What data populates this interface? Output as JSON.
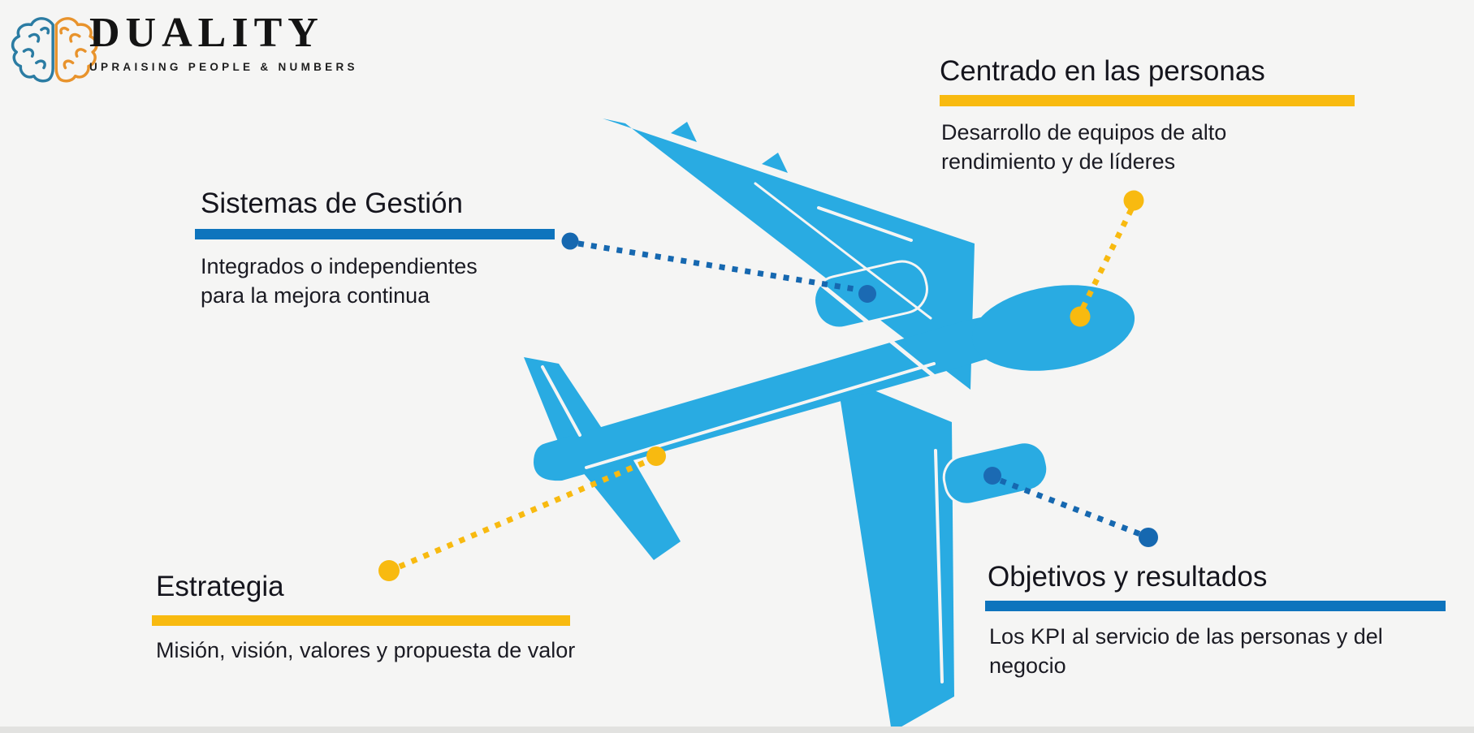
{
  "canvas": {
    "background": "#f5f5f4",
    "footer_bar_color": "#e2e2e0"
  },
  "logo": {
    "brand": "DUALITY",
    "tagline": "UPRAISING PEOPLE & NUMBERS",
    "brain_left_color": "#2b7ca3",
    "brain_right_color": "#e8932c",
    "text_color": "#141414"
  },
  "palette": {
    "accent_blue": "#0e74bd",
    "accent_yellow": "#f8ba10",
    "dotted_blue": "#1668b0",
    "dotted_yellow": "#f8ba10",
    "plane_blue": "#29abe2",
    "engine_dot_blue": "#1b6ab3",
    "title_text": "#15151d",
    "body_text": "#1b1b23"
  },
  "callouts": [
    {
      "id": "sistemas",
      "title": "Sistemas de Gestión",
      "body": "Integrados o independientes para la mejora continua",
      "accent": "blue"
    },
    {
      "id": "centrado",
      "title": "Centrado en las personas",
      "body": "Desarrollo de equipos de alto rendimiento y de líderes",
      "accent": "yellow"
    },
    {
      "id": "estrategia",
      "title": "Estrategia",
      "body": "Misión, visión, valores y propuesta de valor",
      "accent": "yellow"
    },
    {
      "id": "objetivos",
      "title": "Objetivos y resultados",
      "body": "Los KPI al servicio de las personas y del negocio",
      "accent": "blue"
    }
  ],
  "illustration": {
    "name": "airplane-top-view",
    "color": "#29abe2"
  }
}
